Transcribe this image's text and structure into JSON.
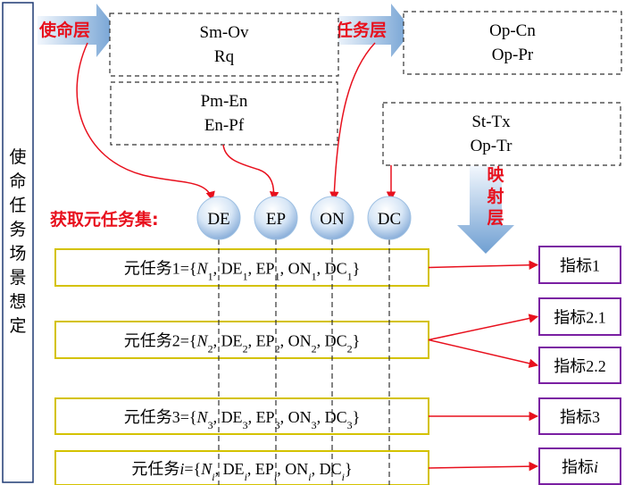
{
  "side_label": [
    "使",
    "命",
    "任",
    "务",
    "场",
    "景",
    "想",
    "定"
  ],
  "layers": {
    "mission": "使命层",
    "task": "任务层",
    "mapping": [
      "映",
      "射",
      "层"
    ]
  },
  "boxes": {
    "mission_a": [
      "Sm-Ov",
      "Rq"
    ],
    "mission_b": [
      "Pm-En",
      "En-Pf"
    ],
    "task_a": [
      "Op-Cn",
      "Op-Pr"
    ],
    "task_b": [
      "St-Tx",
      "Op-Tr"
    ]
  },
  "acquire_label": "获取元任务集:",
  "elements": [
    "DE",
    "EP",
    "ON",
    "DC"
  ],
  "meta_tasks": [
    {
      "prefix": "元任务",
      "index": "1",
      "sub": "1"
    },
    {
      "prefix": "元任务",
      "index": "2",
      "sub": "2"
    },
    {
      "prefix": "元任务",
      "index": "3",
      "sub": "3"
    },
    {
      "prefix": "元任务",
      "index": "i",
      "sub": "i"
    }
  ],
  "indicator_prefix": "指标",
  "indicators": [
    "1",
    "2.1",
    "2.2",
    "3",
    "i"
  ],
  "colors": {
    "red": "#e8101d",
    "gold": "#d4c200",
    "purple": "#7a1fa2",
    "navy": "#1f3a73",
    "dash": "#333333",
    "arrow_light": "#dce9f7",
    "arrow_dark": "#6f9fd2",
    "circle_light": "#ffffff",
    "circle_dark": "#8fb4dc"
  }
}
